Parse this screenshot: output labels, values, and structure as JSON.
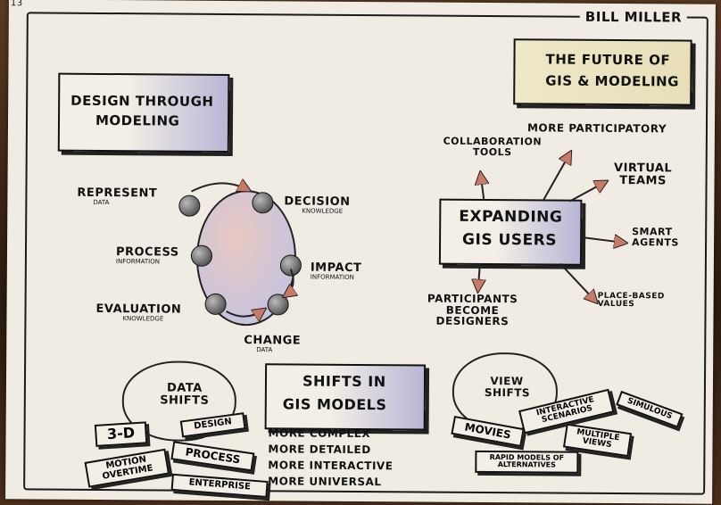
{
  "page_number": "13",
  "author": "BILL MILLER",
  "title_box": {
    "line1": "THE FUTURE OF",
    "line2": "GIS & MODELING"
  },
  "design_box": {
    "line1": "DESIGN THROUGH",
    "line2": "MODELING"
  },
  "cycle": {
    "represent": {
      "label": "REPRESENT",
      "sub": "DATA"
    },
    "process": {
      "label": "PROCESS",
      "sub": "INFORMATION"
    },
    "evaluation": {
      "label": "EVALUATION",
      "sub": "KNOWLEDGE"
    },
    "change": {
      "label": "CHANGE",
      "sub": "DATA"
    },
    "decision": {
      "label": "DECISION",
      "sub": "KNOWLEDGE"
    },
    "impact": {
      "label": "IMPACT",
      "sub": "INFORMATION"
    }
  },
  "expanding": {
    "line1": "EXPANDING",
    "line2": "GIS USERS"
  },
  "expanding_items": {
    "collab": "COLLABORATION TOOLS",
    "participatory": "MORE PARTICIPATORY",
    "virtual": "VIRTUAL TEAMS",
    "smart": "SMART AGENTS",
    "place": "PLACE-BASED VALUES",
    "participants": "PARTICIPANTS BECOME DESIGNERS"
  },
  "data_shifts": {
    "label": "DATA SHIFTS",
    "tags": {
      "three_d": "3-D",
      "design": "DESIGN",
      "process": "PROCESS",
      "motion": "MOTION OVERTIME",
      "enterprise": "ENTERPRISE"
    }
  },
  "shifts_box": {
    "line1": "SHIFTS IN",
    "line2": "GIS MODELS"
  },
  "shifts_list": [
    "MORE COMPLEX",
    "MORE DETAILED",
    "MORE INTERACTIVE",
    "MORE UNIVERSAL"
  ],
  "view_shifts": {
    "label": "VIEW SHIFTS",
    "tags": {
      "movies": "MOVIES",
      "interactive": "INTERACTIVE SCENARIOS",
      "multiple": "MULTIPLE VIEWS",
      "sims": "SIMULOUS",
      "rapid": "RAPID MODELS OF ALTERNATIVES"
    }
  }
}
